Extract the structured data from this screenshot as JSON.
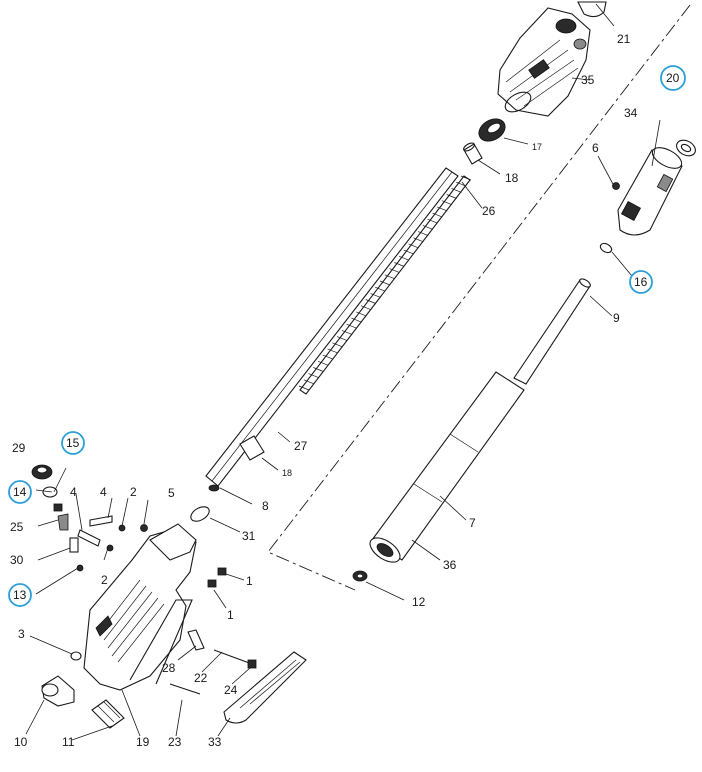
{
  "callouts": {
    "p1a": "1",
    "p1b": "1",
    "p2a": "2",
    "p2b": "2",
    "p3": "3",
    "p4a": "4",
    "p4b": "4",
    "p5": "5",
    "p6": "6",
    "p7": "7",
    "p8": "8",
    "p9": "9",
    "p10": "10",
    "p11": "11",
    "p12": "12",
    "p13": "13",
    "p14": "14",
    "p15": "15",
    "p16": "16",
    "p17": "17",
    "p18a": "18",
    "p18b": "18",
    "p19": "19",
    "p20": "20",
    "p21": "21",
    "p22": "22",
    "p23": "23",
    "p24": "24",
    "p25": "25",
    "p26": "26",
    "p27": "27",
    "p28": "28",
    "p29": "29",
    "p30": "30",
    "p31": "31",
    "p33": "33",
    "p34": "34",
    "p35": "35",
    "p36": "36"
  },
  "highlight_color": "#2a9fd6"
}
